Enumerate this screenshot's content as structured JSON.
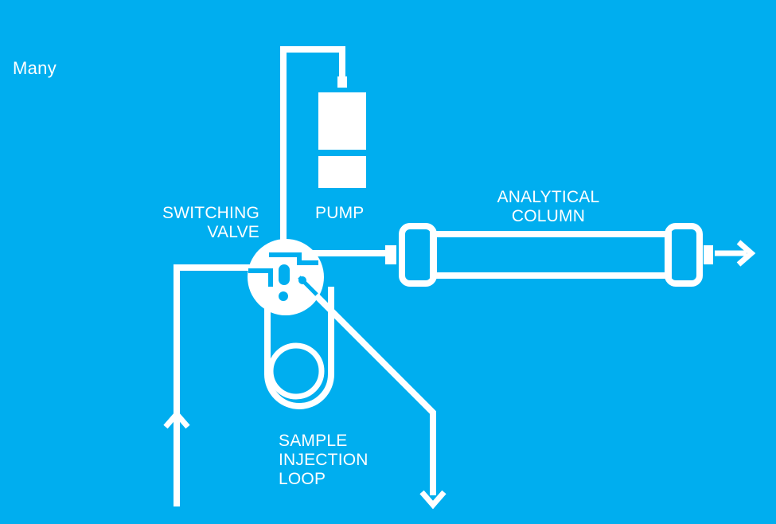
{
  "background_color": "#00aeef",
  "line_color": "#ffffff",
  "corner_label": "Many",
  "labels": {
    "switching_valve": [
      "SWITCHING",
      "VALVE"
    ],
    "pump": "PUMP",
    "analytical_column": [
      "ANALYTICAL",
      "COLUMN"
    ],
    "sample_injection_loop": [
      "SAMPLE",
      "INJECTION",
      "LOOP"
    ]
  }
}
